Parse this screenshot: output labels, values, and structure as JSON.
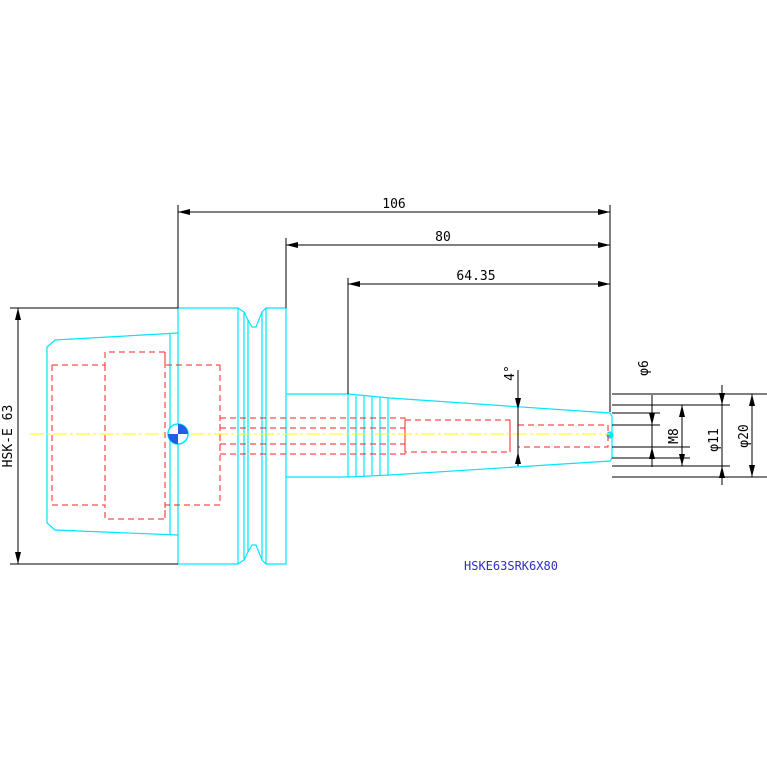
{
  "drawing": {
    "part_label": "HSKE63SRK6X80",
    "colors": {
      "outline": "#00e5ff",
      "hidden": "#ff2020",
      "dimension": "#000000",
      "center": "#ffff00",
      "label": "#3030c0"
    },
    "dimensions": {
      "overall": "106",
      "gauge_length": "80",
      "taper_length": "64.35",
      "taper_angle": "4°",
      "bore": "φ6",
      "thread": "M8",
      "nose_dia": "φ11",
      "body_dia": "φ20",
      "flange": "HSK-E 63"
    }
  }
}
